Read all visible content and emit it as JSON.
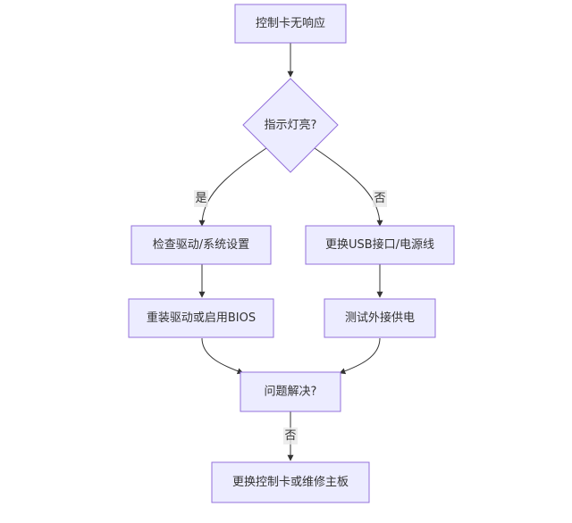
{
  "nodes": {
    "start": "控制卡无响应",
    "decision1": "指示灯亮?",
    "check_driver": "检查驱动/系统设置",
    "replace_usb": "更换USB接口/电源线",
    "reinstall_driver": "重装驱动或启用BIOS",
    "test_power": "测试外接供电",
    "decision2": "问题解决?",
    "final": "更换控制卡或维修主板"
  },
  "edges": {
    "yes_label": "是",
    "no_label": "否",
    "no_label_2": "否"
  },
  "colors": {
    "node_fill": "#ECECFF",
    "node_stroke": "#9370DB",
    "edge": "#333333",
    "label_bg": "#E8E8E8"
  }
}
